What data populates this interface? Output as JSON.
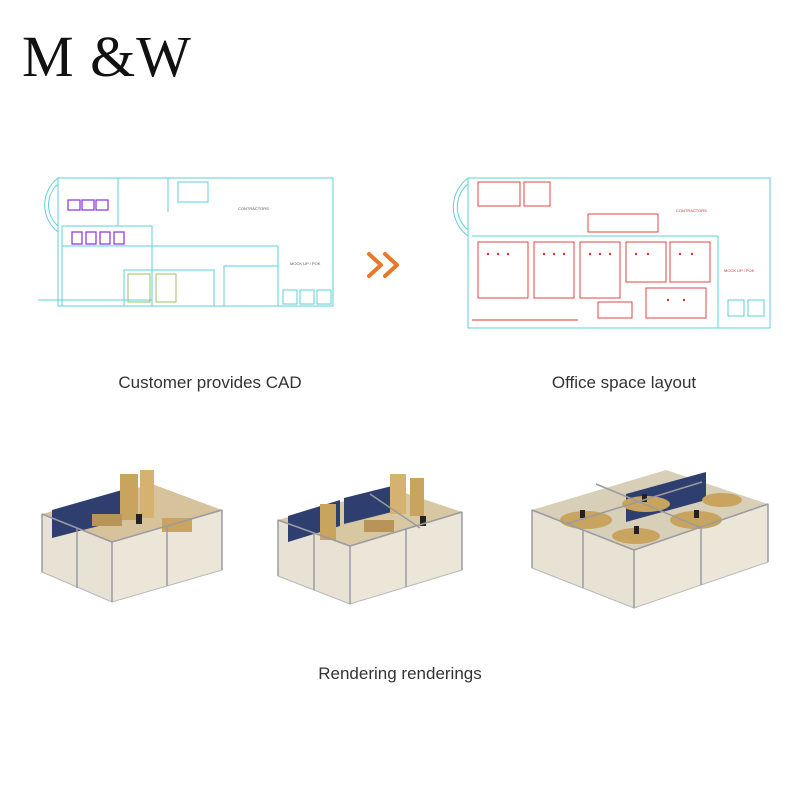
{
  "brand": {
    "logo_text": "M &W",
    "accent": "#e8782a"
  },
  "cad_plan": {
    "label_contractors": "CONTRACTORS",
    "label_mock_up": "MOCK UP / POK",
    "line_color": "#5fd1d6",
    "highlight_color": "#8a2be2"
  },
  "layout_plan": {
    "label_contractors": "CONTRACTORS",
    "label_mock_up": "MOCK UP / POK",
    "line_color": "#5fd1d6",
    "furniture_color": "#e03030"
  },
  "arrow_icon": "double-chevron-right",
  "captions": {
    "cad": "Customer provides CAD",
    "layout": "Office space layout",
    "renderings": "Rendering renderings"
  }
}
